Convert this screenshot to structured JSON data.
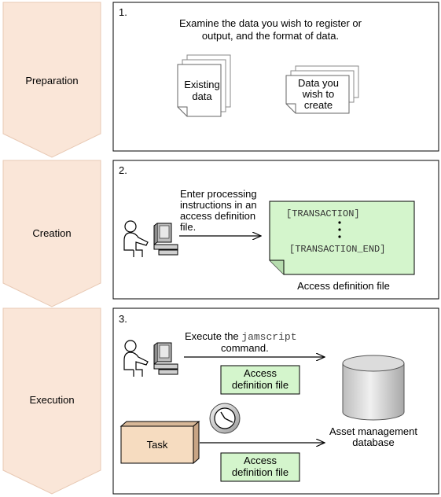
{
  "stages": [
    {
      "label": "Preparation"
    },
    {
      "label": "Creation"
    },
    {
      "label": "Execution"
    }
  ],
  "step1": {
    "number": "1.",
    "instruction": [
      "Examine the data you wish to register or",
      "output, and the format of data."
    ],
    "existing_doc": [
      "Existing",
      "data"
    ],
    "create_doc": [
      "Data you",
      "wish to",
      "create"
    ]
  },
  "step2": {
    "number": "2.",
    "instruction": [
      "Enter processing",
      "instructions in an",
      "access definition",
      "file."
    ],
    "file_start": "[TRANSACTION]",
    "file_end": "[TRANSACTION_END]",
    "file_caption": "Access definition file"
  },
  "step3": {
    "number": "3.",
    "execute_prefix": "Execute the ",
    "command": "jamscript",
    "execute_suffix": "command.",
    "access_file_top": [
      "Access",
      "definition file"
    ],
    "access_file_bottom": [
      "Access",
      "definition file"
    ],
    "task_label": "Task",
    "database_label": [
      "Asset management",
      "database"
    ]
  },
  "colors": {
    "stage_fill": "#fae6d8",
    "stage_stroke": "#e8c9b4",
    "file_fill": "#d4f5cc",
    "task_fill": "#f6dcc0",
    "cylinder_fill": "#d8d8d8"
  }
}
